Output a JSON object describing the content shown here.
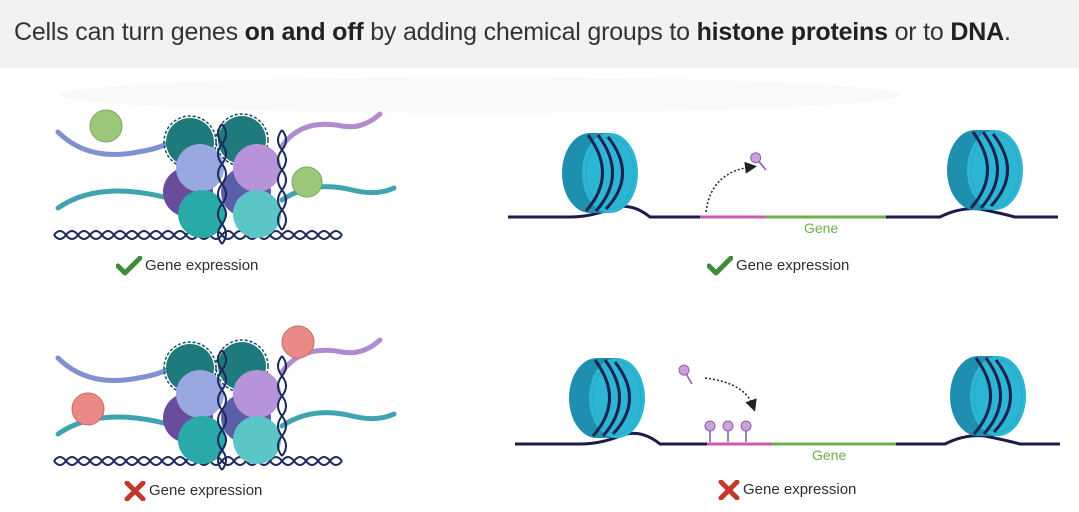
{
  "title": {
    "t1": "Cells can turn genes ",
    "b1": "on and off",
    "t2": " by adding chemical groups to ",
    "b2": "histone proteins",
    "t3": " or to ",
    "b3": "DNA",
    "t4": "."
  },
  "panels": {
    "histone_on": {
      "caption": "Gene expression",
      "status_icon": "check-icon"
    },
    "dna_on": {
      "caption": "Gene expression",
      "gene_label": "Gene",
      "status_icon": "check-icon"
    },
    "histone_off": {
      "caption": "Gene expression",
      "status_icon": "cross-icon"
    },
    "dna_off": {
      "caption": "Gene expression",
      "gene_label": "Gene",
      "status_icon": "cross-icon"
    }
  },
  "colors": {
    "check": "#3f8d3a",
    "cross": "#c0392b",
    "gene": "#6bb04a",
    "promoter": "#c85bb0",
    "nucleosome": "#1fa6c4",
    "dna_line": "#1c1c4a",
    "on_marker": "#9cc77a",
    "off_marker": "#e98a86",
    "methyl": "#b487c4"
  }
}
